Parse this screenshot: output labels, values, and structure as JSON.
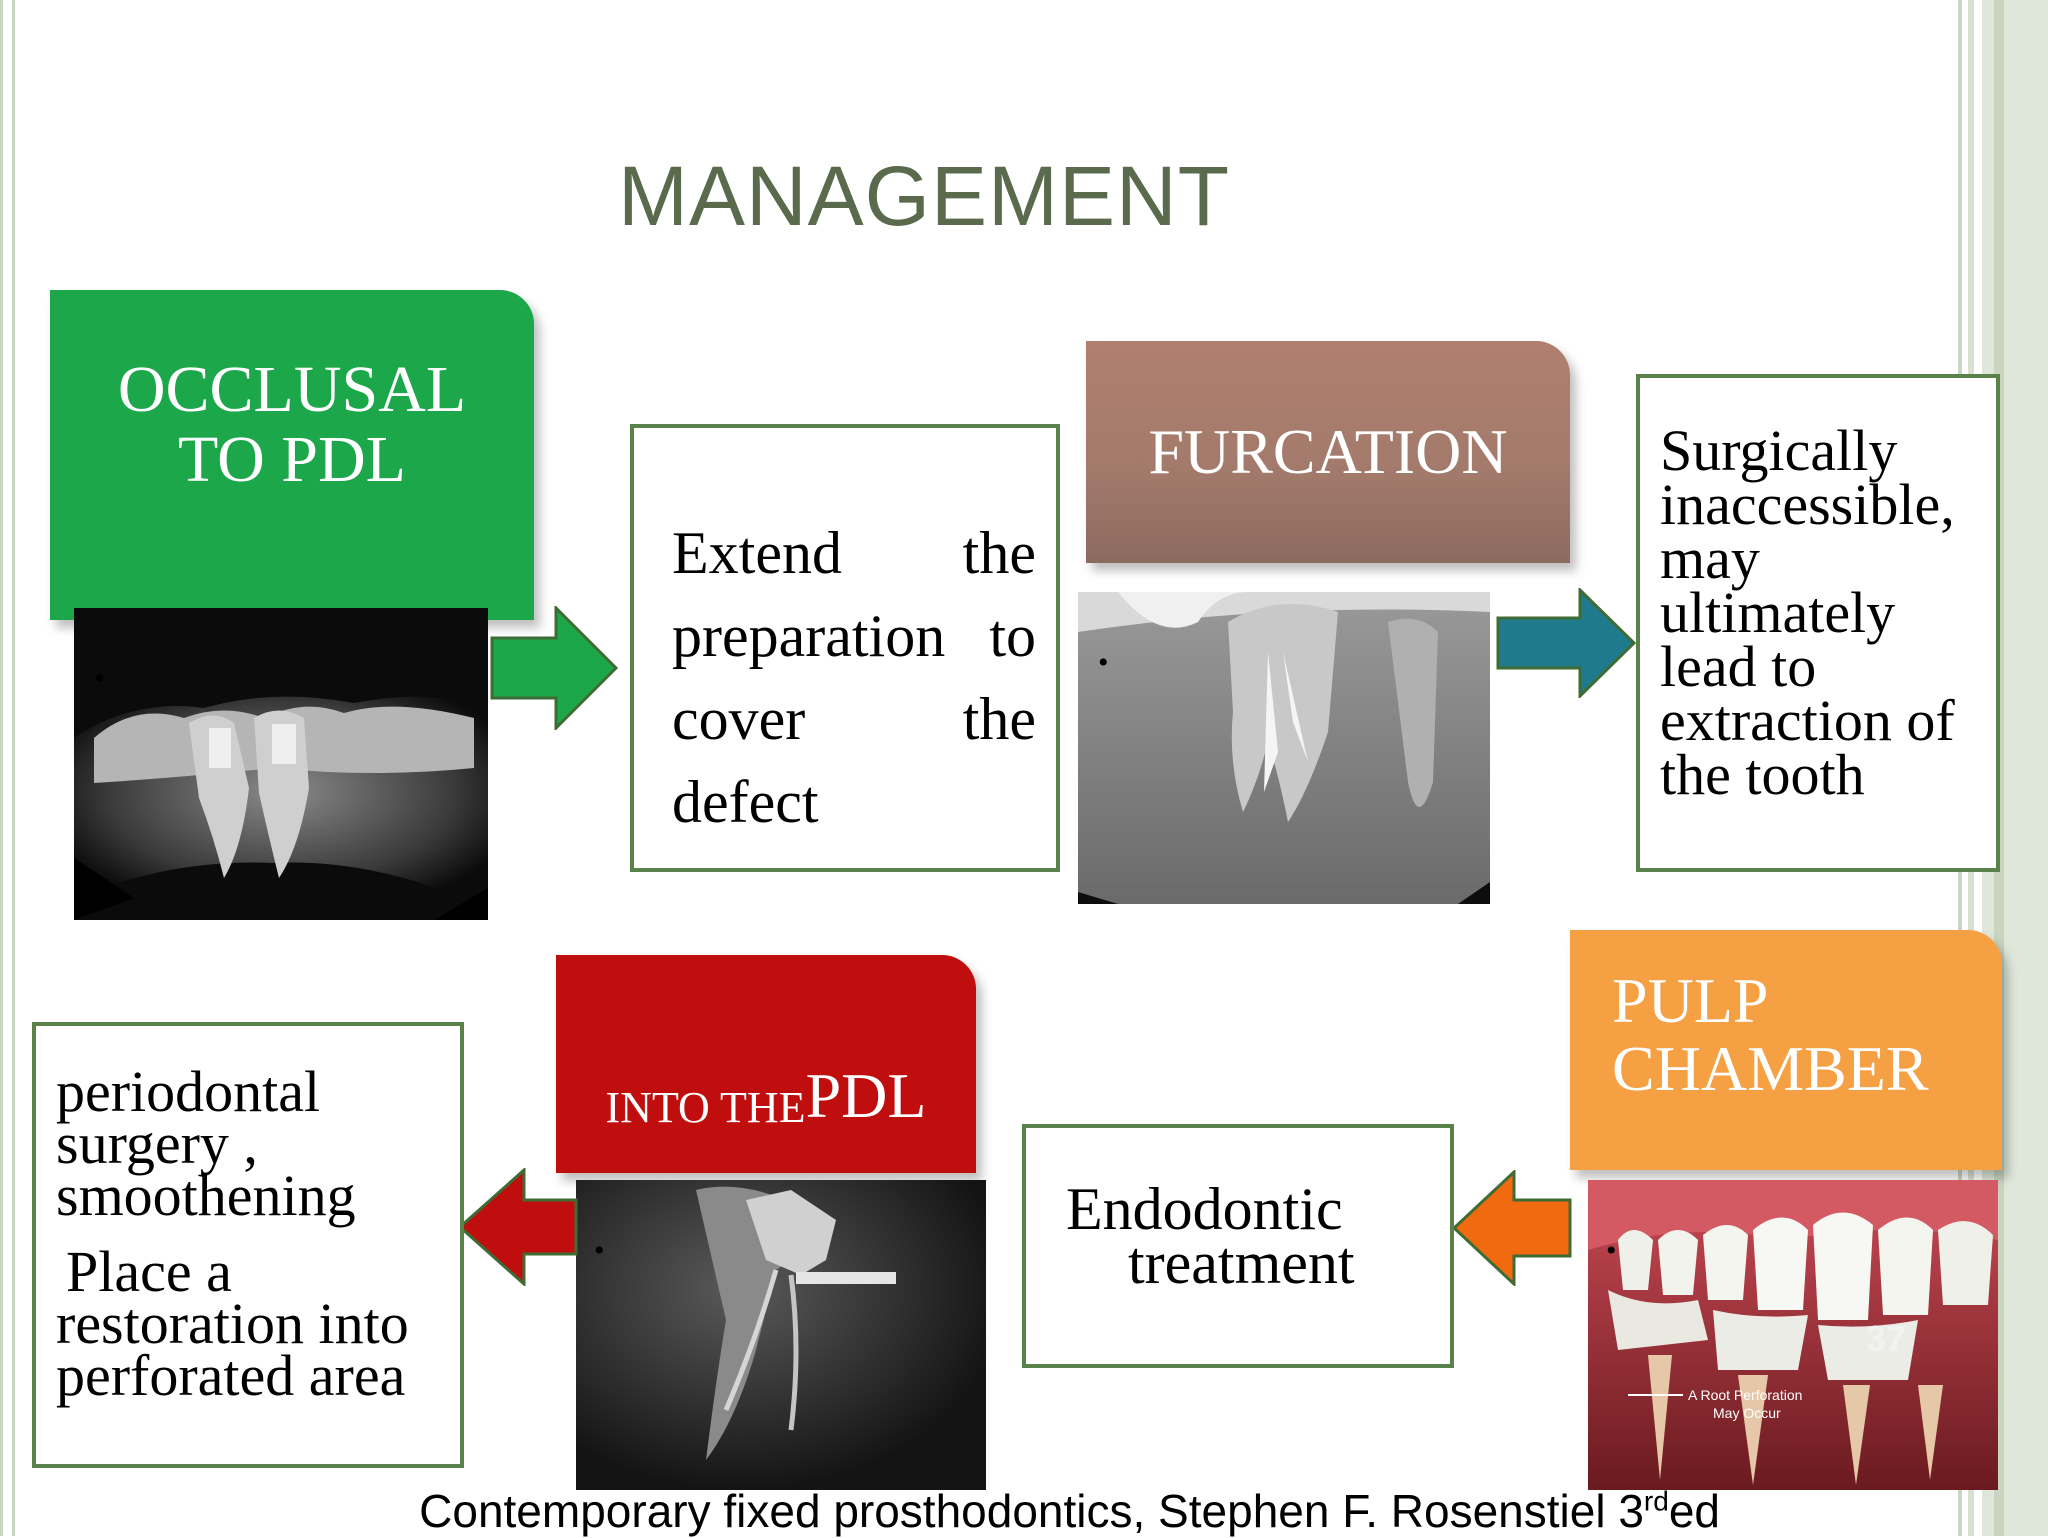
{
  "slide": {
    "title": "MANAGEMENT",
    "page_number": "37",
    "caption_main": "Contemporary fixed prosthodontics, Stephen F. Rosenstiel 3",
    "caption_sup": "rd",
    "caption_end": "ed"
  },
  "occlusal": {
    "line1": "OCCLUSAL",
    "line2": "TO PDL"
  },
  "extend": {
    "text": "Extend the preparation to cover the defect"
  },
  "furcation": {
    "label": "FURCATION"
  },
  "surgical": {
    "text": "Surgically inaccessible, may ultimately lead to extraction of the tooth"
  },
  "into_pdl": {
    "small": "INTO THE ",
    "big": "PDL"
  },
  "pulp": {
    "line1": "PULP",
    "line2": "CHAMBER"
  },
  "endo": {
    "line1": "Endodontic",
    "line2": "treatment"
  },
  "perio": {
    "line1": "periodontal",
    "line2": "surgery ,",
    "line3": "smoothening",
    "line4": "Place a",
    "line5": "restoration into",
    "line6": "perforated area"
  },
  "bullet": "•",
  "photo_label": {
    "line1": "A Root Perforation",
    "line2": "May Occur"
  },
  "colors": {
    "green": "#1da74b",
    "teal": "#1e7a8c",
    "red": "#c00d0d",
    "orange": "#f5a043",
    "orange_arrow": "#f26a10",
    "title": "#5a6a4d",
    "border": "#59824a"
  }
}
